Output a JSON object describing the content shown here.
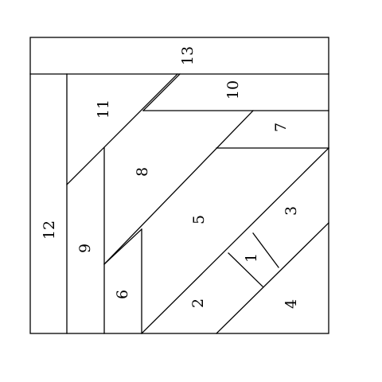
{
  "pieces": [
    {
      "id": "1",
      "text": "1"
    },
    {
      "id": "2",
      "text": "2"
    },
    {
      "id": "3",
      "text": "3"
    },
    {
      "id": "4",
      "text": "4"
    },
    {
      "id": "5",
      "text": "5"
    },
    {
      "id": "6",
      "text": "6"
    },
    {
      "id": "7",
      "text": "7"
    },
    {
      "id": "8",
      "text": "8"
    },
    {
      "id": "9",
      "text": "9"
    },
    {
      "id": "10",
      "text": "10"
    },
    {
      "id": "11",
      "text": "11"
    },
    {
      "id": "12",
      "text": "12"
    },
    {
      "id": "13",
      "text": "13"
    }
  ],
  "colors": {
    "line": "#000000",
    "background": "#ffffff"
  }
}
